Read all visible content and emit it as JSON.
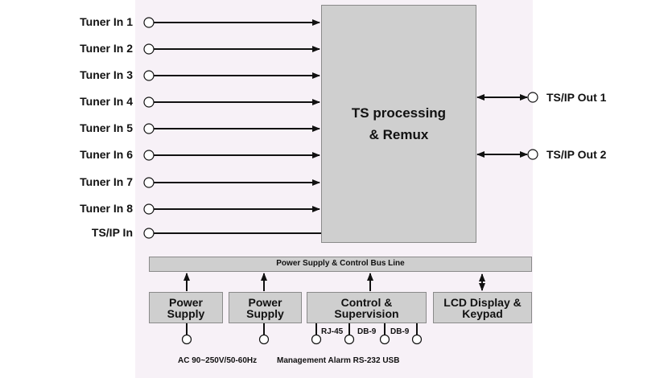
{
  "inputs": {
    "tuner1": "Tuner In 1",
    "tuner2": "Tuner In 2",
    "tuner3": "Tuner In 3",
    "tuner4": "Tuner In 4",
    "tuner5": "Tuner In 5",
    "tuner6": "Tuner In 6",
    "tuner7": "Tuner In 7",
    "tuner8": "Tuner In 8",
    "tsip_in": "TS/IP In"
  },
  "outputs": {
    "out1": "TS/IP Out 1",
    "out2": "TS/IP Out 2"
  },
  "core": {
    "line1": "TS processing",
    "line2": "& Remux"
  },
  "bus": {
    "label": "Power Supply & Control Bus Line"
  },
  "modules": {
    "power1_line1": "Power",
    "power1_line2": "Supply",
    "power2_line1": "Power",
    "power2_line2": "Supply",
    "control_line1": "Control &",
    "control_line2": "Supervision",
    "lcd_line1": "LCD Display &",
    "lcd_line2": "Keypad"
  },
  "ports": {
    "rj45": "RJ-45",
    "db9_a": "DB-9",
    "db9_b": "DB-9"
  },
  "footer": {
    "power_spec": "AC 90~250V/50-60Hz",
    "mgmt": "Management Alarm RS-232 USB"
  }
}
